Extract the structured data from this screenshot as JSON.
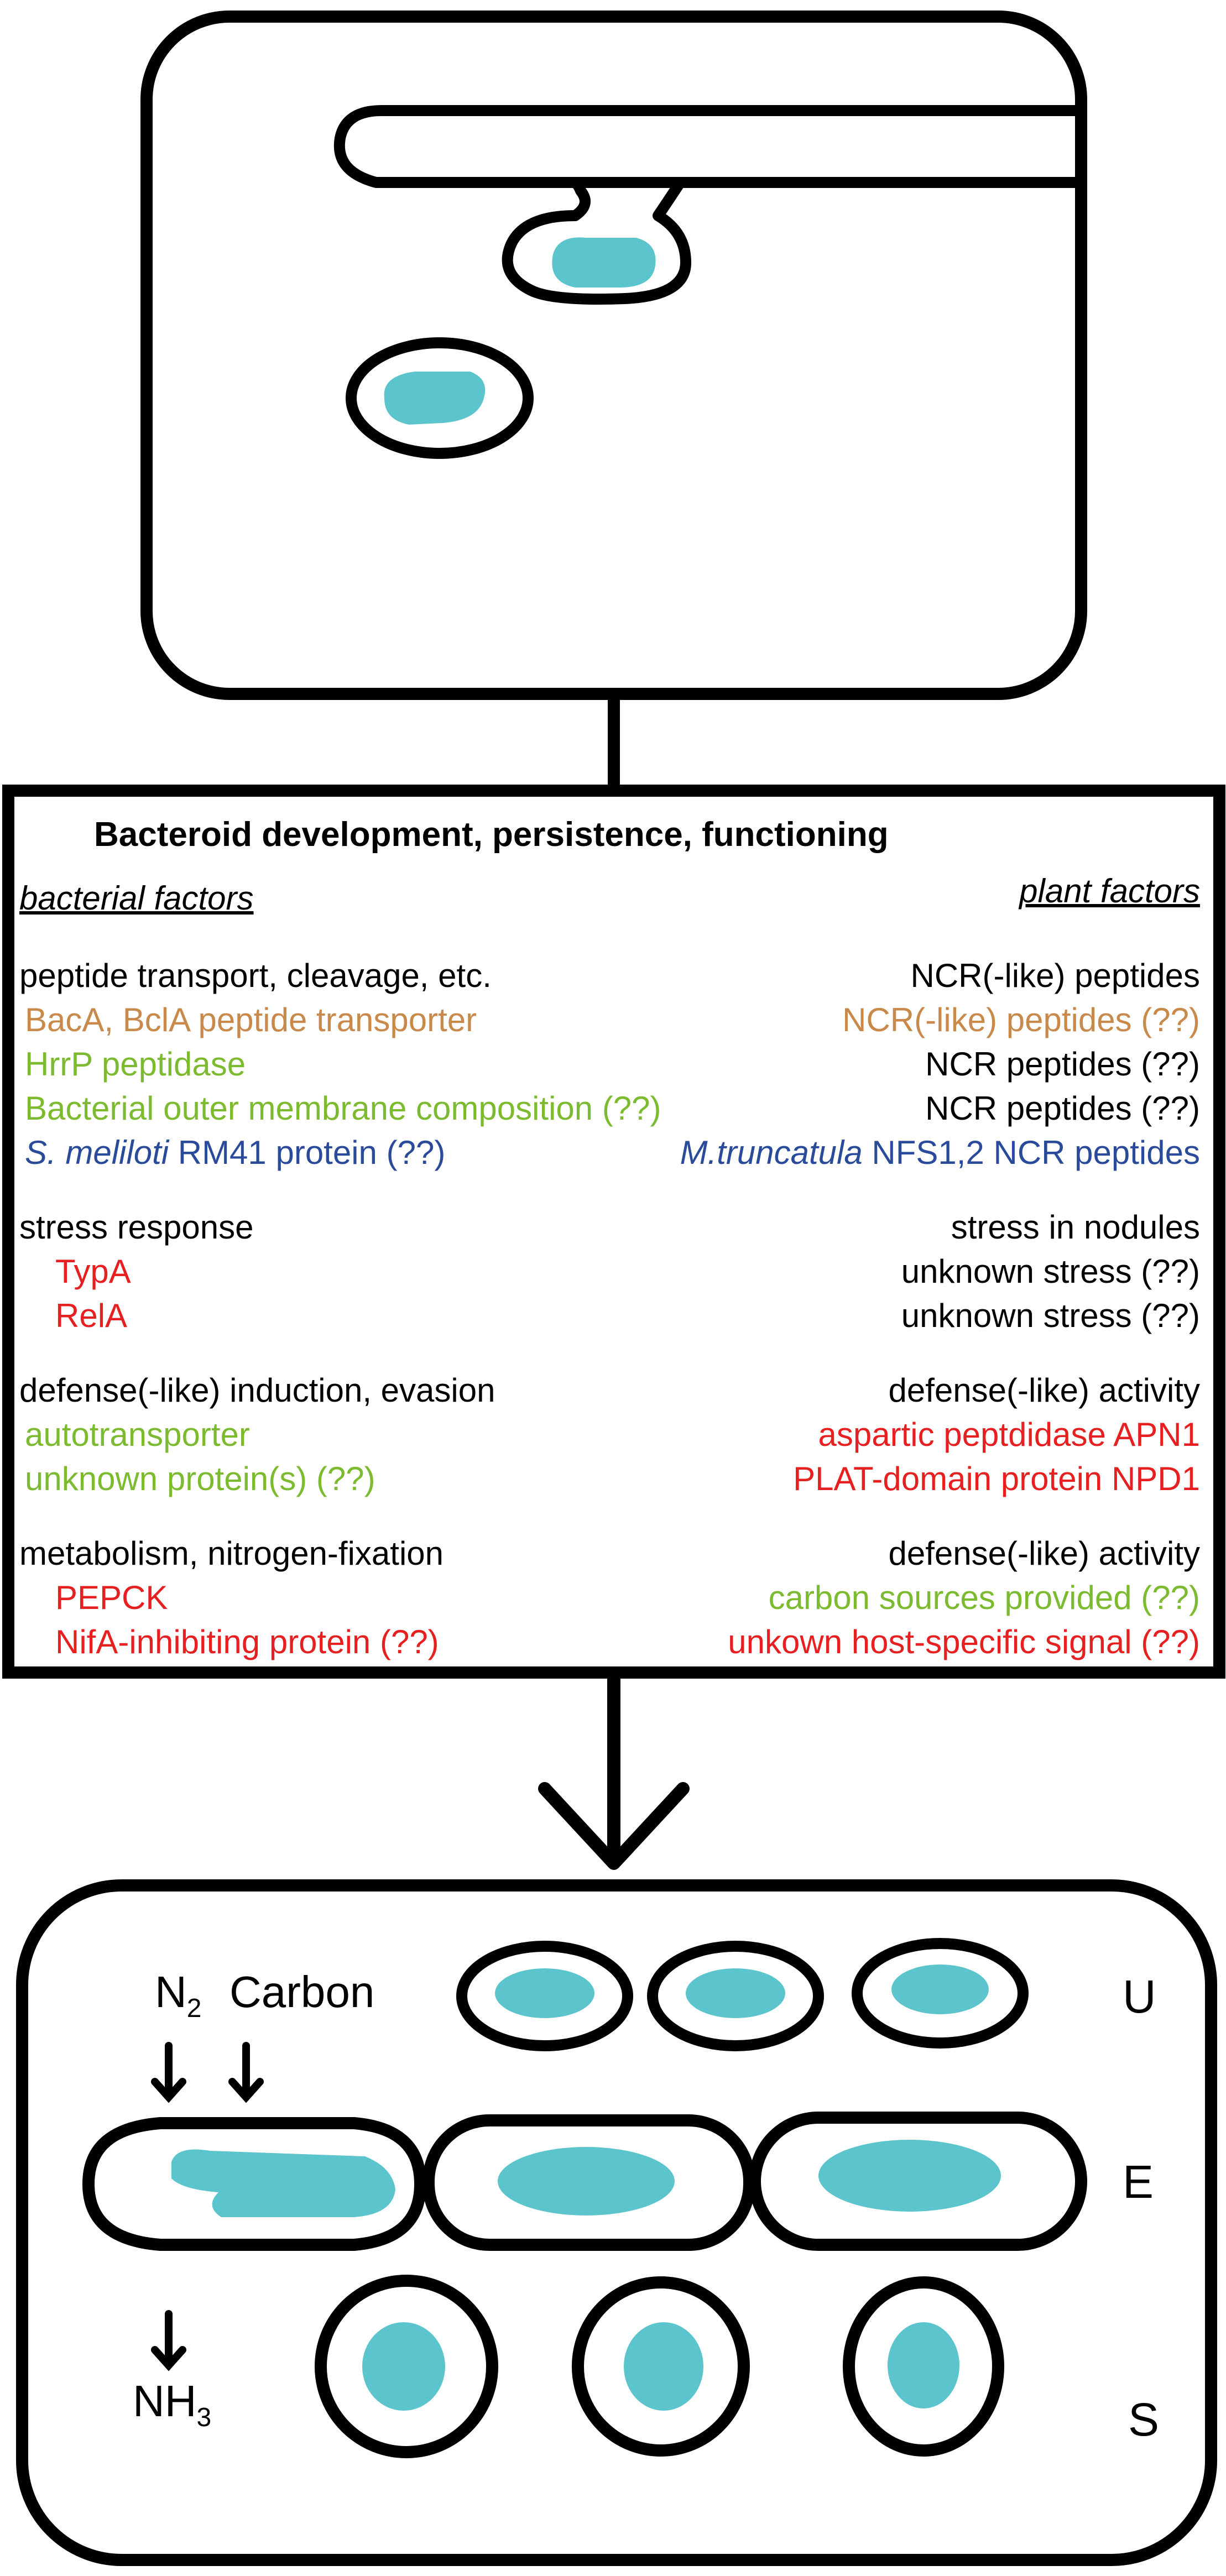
{
  "colors": {
    "black": "#000000",
    "cyan": "#5bc4cc",
    "tan": "#c8894a",
    "green": "#7cba30",
    "red": "#e62020",
    "blue": "#2a4a9a"
  },
  "factors_box": {
    "title": "Bacteroid development, persistence, functioning",
    "bacterial_header": "bacterial factors",
    "plant_header": "plant factors",
    "peptide": {
      "left_heading": "peptide transport, cleavage, etc.",
      "right_heading": "NCR(-like) peptides",
      "rows": [
        {
          "left": "BacA, BclA peptide transporter",
          "right": "NCR(-like) peptides (??)",
          "color": "tan"
        },
        {
          "left": "HrrP peptidase",
          "right": "NCR peptides (??)",
          "color": "green"
        },
        {
          "left": "Bacterial outer membrane composition (??)",
          "right": "NCR peptides (??)",
          "color": "green"
        }
      ],
      "blue_row": {
        "left_species": "S. meliloti",
        "left_rest": " RM41 protein (??)",
        "right_species": "M.truncatula",
        "right_rest": " NFS1,2 NCR peptides"
      }
    },
    "stress": {
      "left_heading": "stress response",
      "right_heading": "stress in nodules",
      "rows": [
        {
          "left": "TypA",
          "right": "unknown stress (??)"
        },
        {
          "left": "RelA",
          "right": "unknown stress (??)"
        }
      ]
    },
    "defense": {
      "left_heading": "defense(-like) induction, evasion",
      "right_heading": "defense(-like) activity",
      "rows": [
        {
          "left": "autotransporter",
          "right": "aspartic peptdidase APN1"
        },
        {
          "left": "unknown protein(s) (??)",
          "right": "PLAT-domain protein NPD1"
        }
      ]
    },
    "metabolism": {
      "left_heading": "metabolism, nitrogen-fixation",
      "right_heading": "defense(-like) activity",
      "rows": [
        {
          "left": "PEPCK",
          "right": "carbon sources provided (??)"
        },
        {
          "left": "NifA-inhibiting protein (??)",
          "right": "unkown host-specific signal (??)"
        }
      ]
    }
  },
  "bottom_panel": {
    "n2_label": "N",
    "n2_sub": "2",
    "carbon_label": "Carbon",
    "nh3_label": "NH",
    "nh3_sub": "3",
    "row_labels": [
      "U",
      "E",
      "S"
    ]
  }
}
